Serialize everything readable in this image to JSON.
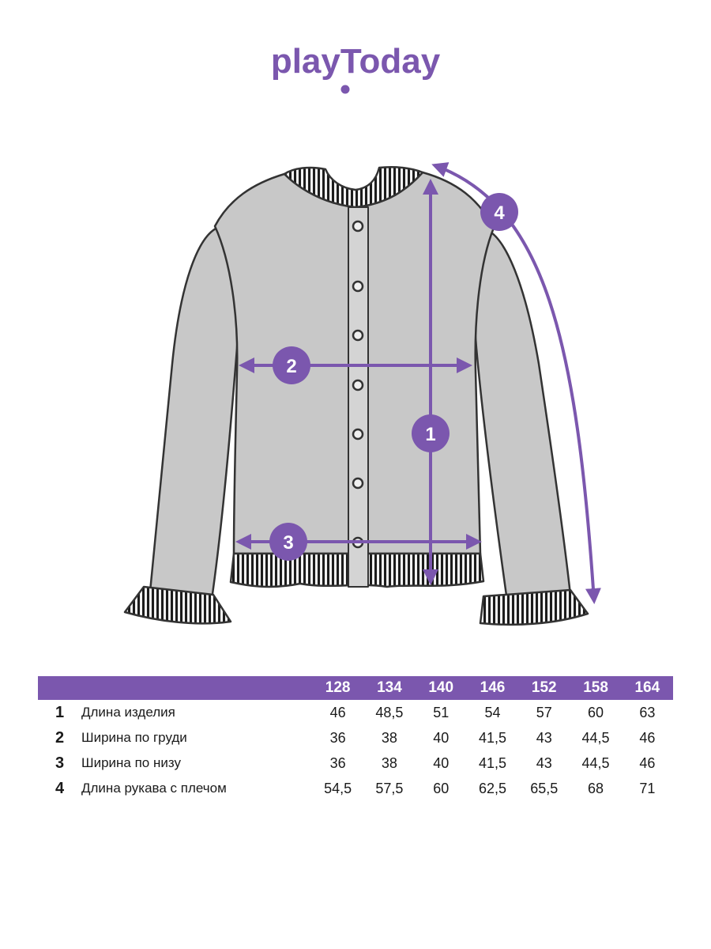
{
  "brand": {
    "name": "playToday",
    "color": "#7b57ae"
  },
  "diagram": {
    "garment": "cardigan",
    "markers": [
      "1",
      "2",
      "3",
      "4"
    ]
  },
  "table": {
    "sizes": [
      "128",
      "134",
      "140",
      "146",
      "152",
      "158",
      "164"
    ],
    "rows": [
      {
        "num": "1",
        "name": "Длина изделия",
        "values": [
          "46",
          "48,5",
          "51",
          "54",
          "57",
          "60",
          "63"
        ]
      },
      {
        "num": "2",
        "name": "Ширина по груди",
        "values": [
          "36",
          "38",
          "40",
          "41,5",
          "43",
          "44,5",
          "46"
        ]
      },
      {
        "num": "3",
        "name": "Ширина по низу",
        "values": [
          "36",
          "38",
          "40",
          "41,5",
          "43",
          "44,5",
          "46"
        ]
      },
      {
        "num": "4",
        "name": "Длина рукава с плечом",
        "values": [
          "54,5",
          "57,5",
          "60",
          "62,5",
          "65,5",
          "68",
          "71"
        ]
      }
    ]
  }
}
